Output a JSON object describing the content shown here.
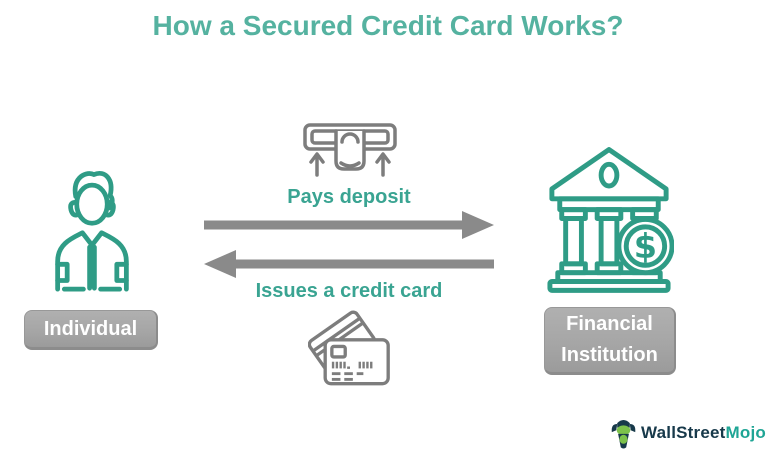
{
  "title": "How a Secured Credit Card Works?",
  "entities": {
    "individual": {
      "label": "Individual",
      "icon": "person-icon"
    },
    "financial_institution": {
      "label": "Financial Institution",
      "icon": "bank-dollar-icon"
    }
  },
  "flows": {
    "pays_deposit": {
      "label": "Pays deposit",
      "direction": "left-to-right",
      "icon": "cash-deposit-icon"
    },
    "issues_credit_card": {
      "label": "Issues a credit card",
      "direction": "right-to-left",
      "icon": "credit-cards-icon"
    }
  },
  "logo": {
    "brand_primary": "WallStreet",
    "brand_secondary": "Mojo",
    "icon": "wallstreetmojo-mascot-icon"
  },
  "colors": {
    "teal_title": "#55B2A0",
    "teal_text": "#3AA492",
    "teal_icon": "#2F9C86",
    "gray_arrow": "#8A8A8A",
    "gray_icon": "#7D7D7D",
    "label_bg": "#A6A6A6",
    "label_edge": "#8C8C8C",
    "label_text": "#FFFFFF",
    "logo_dark": "#17394A",
    "logo_teal": "#1FA595",
    "canvas_bg": "#FFFFFF"
  }
}
